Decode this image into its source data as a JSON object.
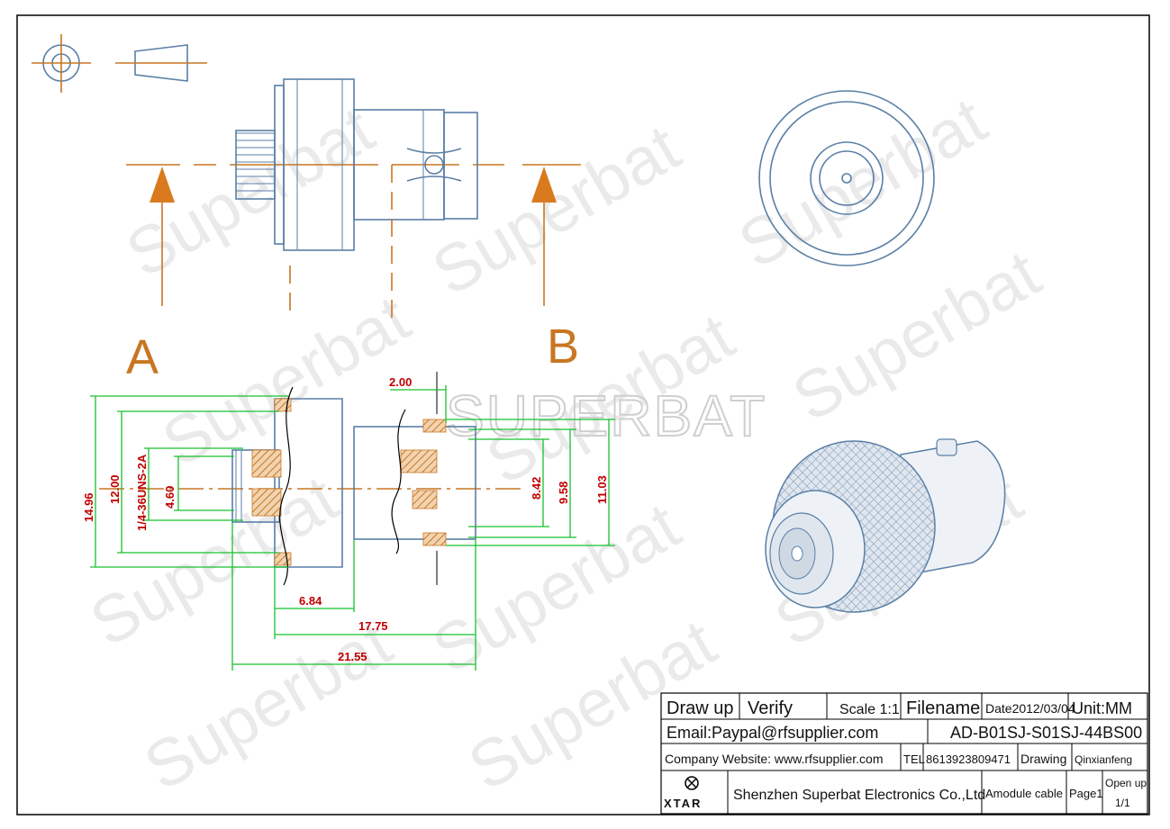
{
  "section_labels": {
    "a": "A",
    "b": "B"
  },
  "watermark": {
    "repeat": "Superbat",
    "center": "SUPERBAT"
  },
  "dimensions": {
    "d_2_00": "2.00",
    "d_14_96": "14.96",
    "d_12_00": "12.00",
    "d_thread": "1/4-36UNS-2A",
    "d_4_60": "4.60",
    "d_8_42": "8.42",
    "d_9_58": "9.58",
    "d_11_03": "11.03",
    "d_6_84": "6.84",
    "d_17_75": "17.75",
    "d_21_55": "21.55"
  },
  "title_block": {
    "draw_up": "Draw up",
    "verify": "Verify",
    "scale": "Scale 1:1",
    "filename": "Filename",
    "date": "Date2012/03/04",
    "unit": "Unit:MM",
    "email": "Email:Paypal@rfsupplier.com",
    "part_no": "AD-B01SJ-S01SJ-44BS00",
    "website": "Company Website:  www.rfsupplier.com",
    "tel_label": "TEL",
    "tel": "8613923809471",
    "drawing_label": "Drawing",
    "drawer": "Qinxianfeng",
    "brand": "XTAR",
    "company": "Shenzhen Superbat Electronics Co.,Ltd",
    "product": "Amodule cable",
    "page": "Page1",
    "open_up": "Open up",
    "open_up_value": "1/1"
  },
  "colors": {
    "outline": "#5a7fa6",
    "centerline": "#c87622",
    "dimension": "#17c12e",
    "dim_text": "#c00000"
  }
}
